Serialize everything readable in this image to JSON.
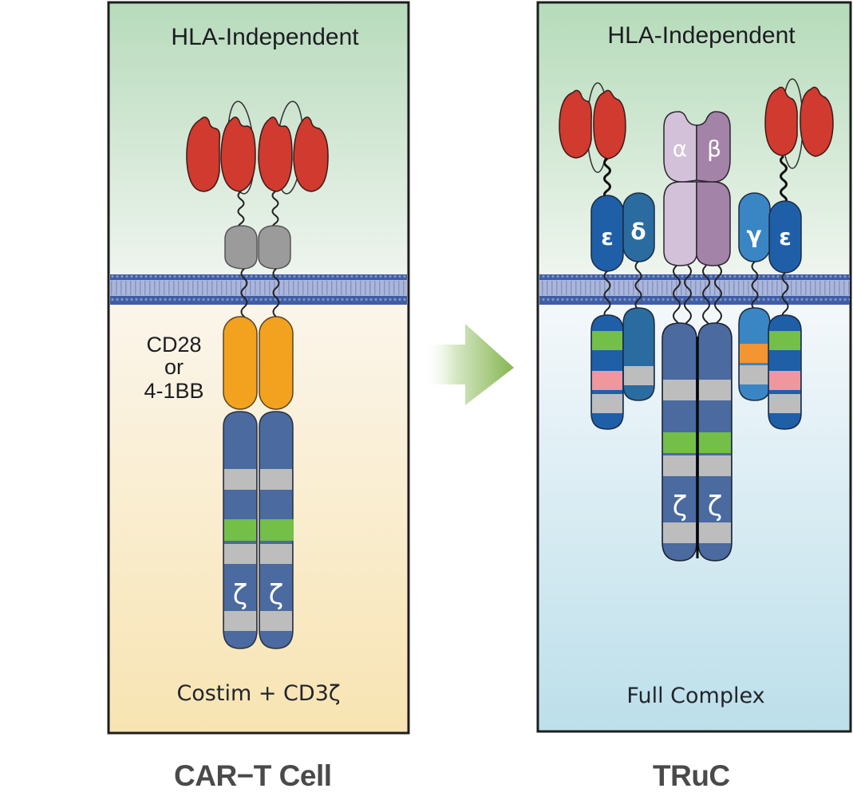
{
  "figure": {
    "left_panel": {
      "title": "HLA-Independent",
      "costim_label_lines": [
        "CD28",
        "or",
        "4-1BB"
      ],
      "chain_symbol": "ζ",
      "footer": "Costim + CD3ζ",
      "caption": "CAR−T Cell"
    },
    "right_panel": {
      "title": "HLA-Independent",
      "subunits": {
        "epsilon": "ε",
        "delta": "δ",
        "alpha": "α",
        "beta": "β",
        "gamma": "γ",
        "zeta": "ζ"
      },
      "footer": "Full Complex",
      "caption": "TRuC"
    },
    "arrow": {
      "direction": "right",
      "meaning": "CAR-T to TRuC"
    }
  },
  "colors": {
    "scfv_red": "#d03a2f",
    "hinge_gray": "#9b9b9b",
    "costim_orange": "#f2a21e",
    "cd3_blue": "#4a6aa0",
    "band_gray": "#bdbdbd",
    "itam_green": "#74bf48",
    "pink_band": "#ef979a",
    "orange_band": "#f39531",
    "epsilon_blue": "#1e5fa8",
    "delta_blue": "#2a6c9f",
    "gamma_blue": "#3a86c4",
    "alpha_lilac": "#d3c1d9",
    "beta_mauve": "#a483a8",
    "membrane_blue": "#3f5ea5",
    "arrow_green": "#8cba5a"
  }
}
